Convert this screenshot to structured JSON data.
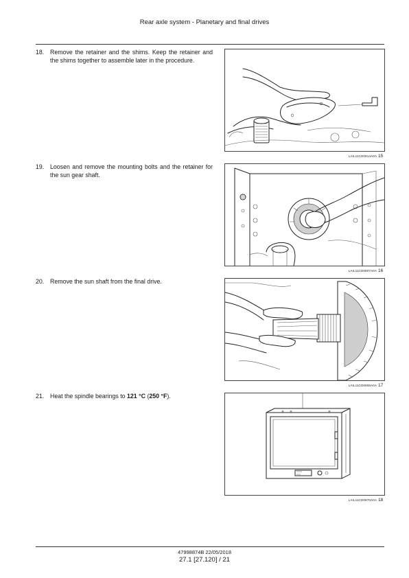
{
  "header": {
    "title": "Rear axle system - Planetary and final drives"
  },
  "steps": [
    {
      "number": "18.",
      "text": "Remove the retainer and the shims. Keep the retainer and the shims together to assemble later in the procedure.",
      "figure_code": "LAIL11CD0914A0A",
      "figure_number": "15",
      "figure_icon": "retainer-removal-illustration"
    },
    {
      "number": "19.",
      "text": "Loosen and remove the mounting bolts and the retainer for the sun gear shaft.",
      "figure_code": "LAIL11CD0907A0A",
      "figure_number": "16",
      "figure_icon": "sun-gear-retainer-illustration"
    },
    {
      "number": "20.",
      "text": "Remove the sun shaft from the final drive.",
      "figure_code": "LAIL11CD0908A0A",
      "figure_number": "17",
      "figure_icon": "sun-shaft-removal-illustration"
    },
    {
      "number": "21.",
      "text_before": "Heat the spindle bearings to ",
      "temp_c": "121 °C",
      "text_middle": " (",
      "temp_f": "250 °F",
      "text_after": ").",
      "figure_code": "LAIL11CD0870A0A",
      "figure_number": "18",
      "figure_icon": "oven-illustration"
    }
  ],
  "footer": {
    "doc_code": "47998874B 22/05/2018",
    "page": "27.1 [27.120] / 21"
  }
}
